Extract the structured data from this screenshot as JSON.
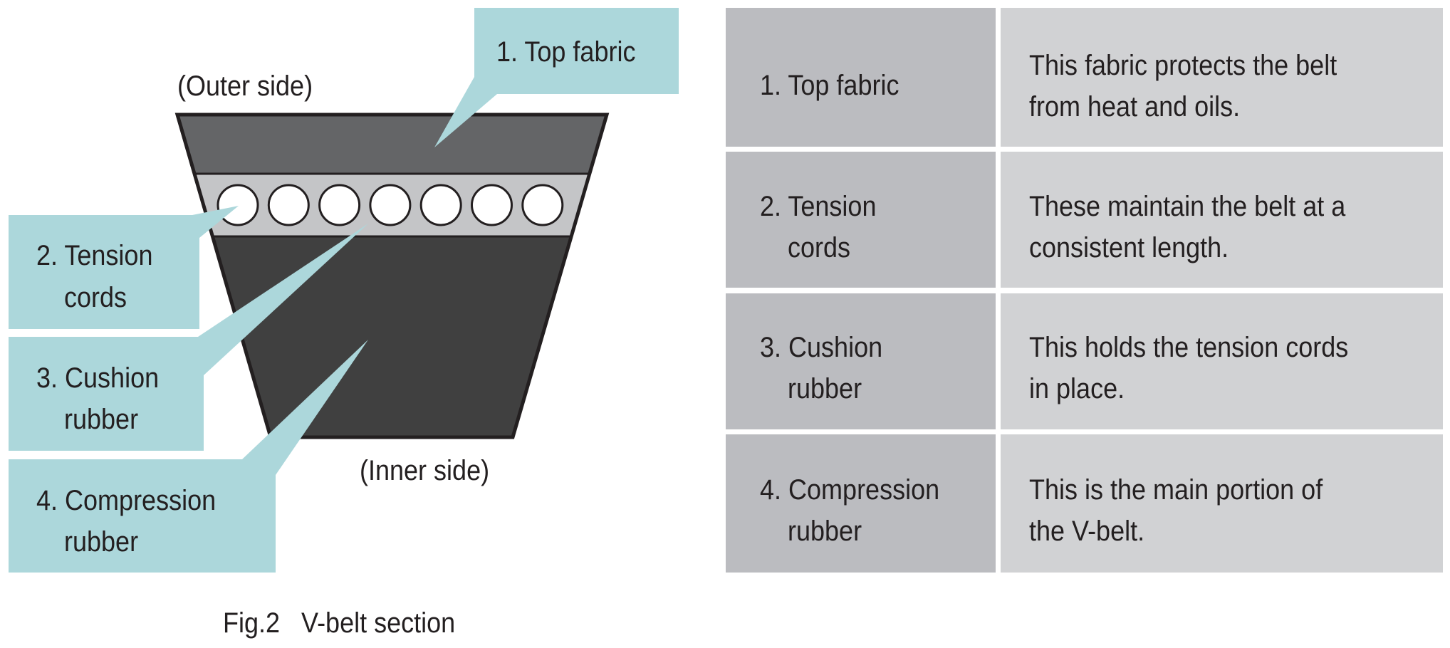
{
  "figure": {
    "caption": "Fig.2   V-belt section",
    "outer_side_label": "(Outer side)",
    "inner_side_label": "(Inner side)",
    "tension_cord_count": 7,
    "colors": {
      "callout": "#acd7db",
      "top_fabric": "#646567",
      "tension_band": "#c4c5c7",
      "compression": "#404040",
      "outline": "#231f20",
      "cord": "#ffffff"
    },
    "callouts": [
      {
        "number": "1.",
        "line1": "Top fabric",
        "line2": ""
      },
      {
        "number": "2.",
        "line1": "Tension",
        "line2": "cords"
      },
      {
        "number": "3.",
        "line1": "Cushion",
        "line2": "rubber"
      },
      {
        "number": "4.",
        "line1": "Compression",
        "line2": "rubber"
      }
    ]
  },
  "table": {
    "colors": {
      "label_cell": "#bbbcc0",
      "description_cell": "#d1d2d4"
    },
    "rows": [
      {
        "label_number": "1.",
        "label_line1": "Top fabric",
        "label_line2": "",
        "desc_line1": "This fabric protects the belt",
        "desc_line2": "from heat and oils."
      },
      {
        "label_number": "2.",
        "label_line1": "Tension",
        "label_line2": "cords",
        "desc_line1": "These maintain the belt at a",
        "desc_line2": "consistent length."
      },
      {
        "label_number": "3.",
        "label_line1": "Cushion",
        "label_line2": "rubber",
        "desc_line1": "This holds the tension cords",
        "desc_line2": "in place."
      },
      {
        "label_number": "4.",
        "label_line1": "Compression",
        "label_line2": "rubber",
        "desc_line1": "This is the main portion of",
        "desc_line2": "the V-belt."
      }
    ]
  }
}
